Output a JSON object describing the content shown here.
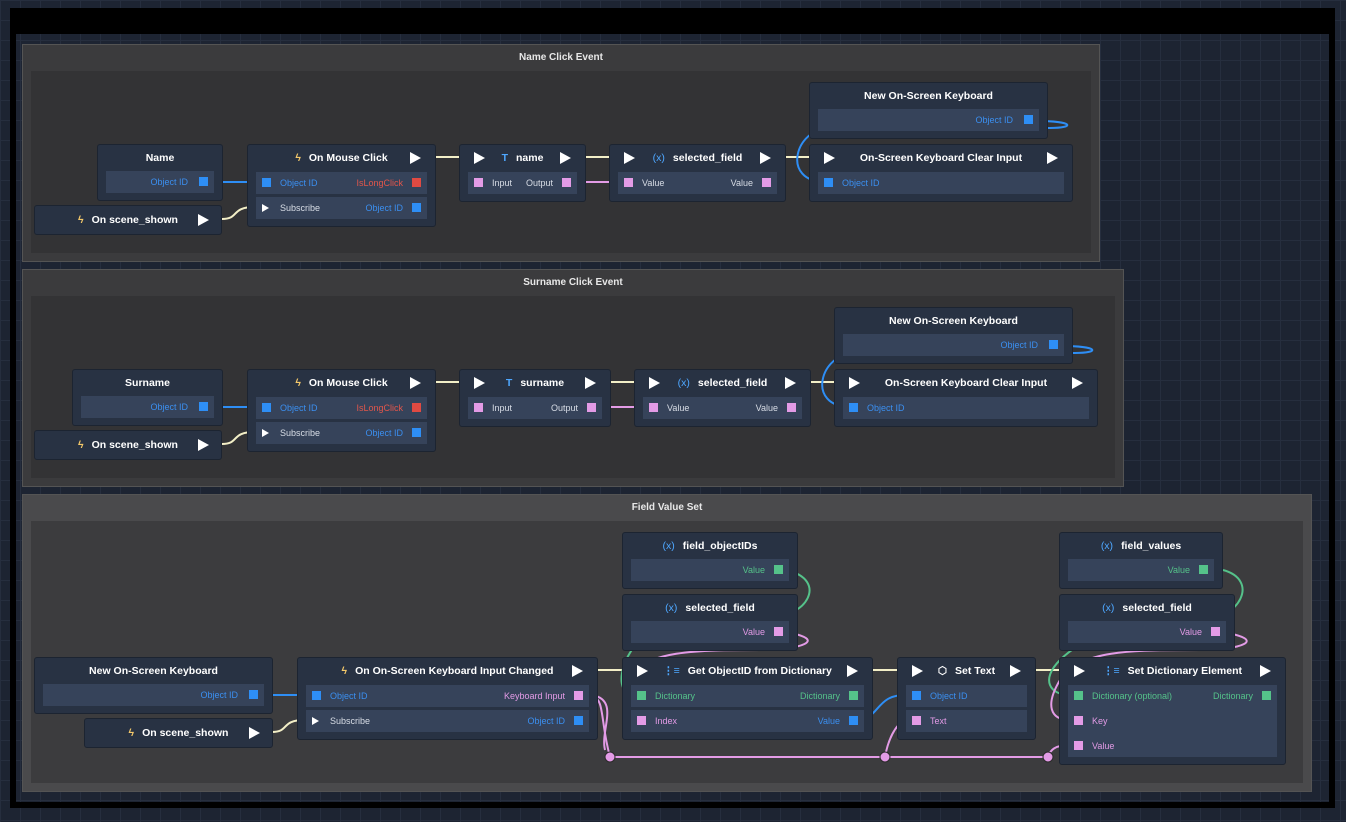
{
  "colors": {
    "exec": "#ffffff",
    "objectId": "#2e8ef5",
    "bool": "#e04a42",
    "string": "#e39be6",
    "dictionary": "#55c28a",
    "wire_exec": "#f3efc7",
    "wire_blue": "#2e8ef5",
    "wire_pink": "#e39be6",
    "wire_green": "#55c28a",
    "label_blue": "#3b8ff0",
    "label_red": "#e2564b",
    "label_white": "#d8dde6",
    "icon_gold": "#f5c96a",
    "icon_blue": "#4ea7ff"
  },
  "groups": {
    "name_click": {
      "title": "Name Click Event"
    },
    "surname_click": {
      "title": "Surname Click Event"
    },
    "field_value_set": {
      "title": "Field Value Set"
    }
  },
  "name_event": {
    "object_node": {
      "title": "Name",
      "out_label": "Object ID"
    },
    "scene_node": {
      "title": "On scene_shown",
      "icon": "lightning-icon"
    },
    "mouse_node": {
      "title": "On Mouse Click",
      "icon": "lightning-icon",
      "in_objectid": "Object ID",
      "out_islong": "IsLongClick",
      "in_subscribe": "Subscribe",
      "out_objectid": "Object ID"
    },
    "text_node": {
      "title": "name",
      "icon": "text-type-icon",
      "icon_text": "T",
      "in_label": "Input",
      "out_label": "Output"
    },
    "var_node": {
      "title": "selected_field",
      "icon": "variable-icon",
      "icon_text": "(x)",
      "in_label": "Value",
      "out_label": "Value"
    },
    "keyboard_node": {
      "title": "New On-Screen Keyboard",
      "out_label": "Object ID"
    },
    "clear_node": {
      "title": "On-Screen Keyboard Clear Input",
      "in_label": "Object ID"
    }
  },
  "surname_event": {
    "object_node": {
      "title": "Surname",
      "out_label": "Object ID"
    },
    "scene_node": {
      "title": "On scene_shown",
      "icon": "lightning-icon"
    },
    "mouse_node": {
      "title": "On Mouse Click",
      "icon": "lightning-icon",
      "in_objectid": "Object ID",
      "out_islong": "IsLongClick",
      "in_subscribe": "Subscribe",
      "out_objectid": "Object ID"
    },
    "text_node": {
      "title": "surname",
      "icon": "text-type-icon",
      "icon_text": "T",
      "in_label": "Input",
      "out_label": "Output"
    },
    "var_node": {
      "title": "selected_field",
      "icon": "variable-icon",
      "icon_text": "(x)",
      "in_label": "Value",
      "out_label": "Value"
    },
    "keyboard_node": {
      "title": "New On-Screen Keyboard",
      "out_label": "Object ID"
    },
    "clear_node": {
      "title": "On-Screen Keyboard Clear Input",
      "in_label": "Object ID"
    }
  },
  "field_set": {
    "keyboard_node": {
      "title": "New On-Screen Keyboard",
      "out_label": "Object ID"
    },
    "scene_node": {
      "title": "On scene_shown",
      "icon": "lightning-icon"
    },
    "input_changed_node": {
      "title": "On On-Screen Keyboard Input Changed",
      "icon": "lightning-icon",
      "in_objectid": "Object ID",
      "out_keyboard_input": "Keyboard Input",
      "in_subscribe": "Subscribe",
      "out_objectid": "Object ID"
    },
    "field_objectids_node": {
      "title": "field_objectIDs",
      "icon_text": "(x)",
      "out_label": "Value"
    },
    "selected_field_node_a": {
      "title": "selected_field",
      "icon_text": "(x)",
      "out_label": "Value"
    },
    "get_objectid_node": {
      "title": "Get ObjectID from Dictionary",
      "icon": "dictionary-icon",
      "in_dictionary": "Dictionary",
      "out_dictionary": "Dictionary",
      "in_index": "Index",
      "out_value": "Value"
    },
    "set_text_node": {
      "title": "Set Text",
      "icon": "cube-icon",
      "in_objectid": "Object ID",
      "in_text": "Text"
    },
    "field_values_node": {
      "title": "field_values",
      "icon_text": "(x)",
      "out_label": "Value"
    },
    "selected_field_node_b": {
      "title": "selected_field",
      "icon_text": "(x)",
      "out_label": "Value"
    },
    "set_dict_node": {
      "title": "Set Dictionary Element",
      "icon": "dictionary-icon",
      "in_dictionary": "Dictionary (optional)",
      "out_dictionary": "Dictionary",
      "in_key": "Key",
      "in_value": "Value"
    }
  }
}
